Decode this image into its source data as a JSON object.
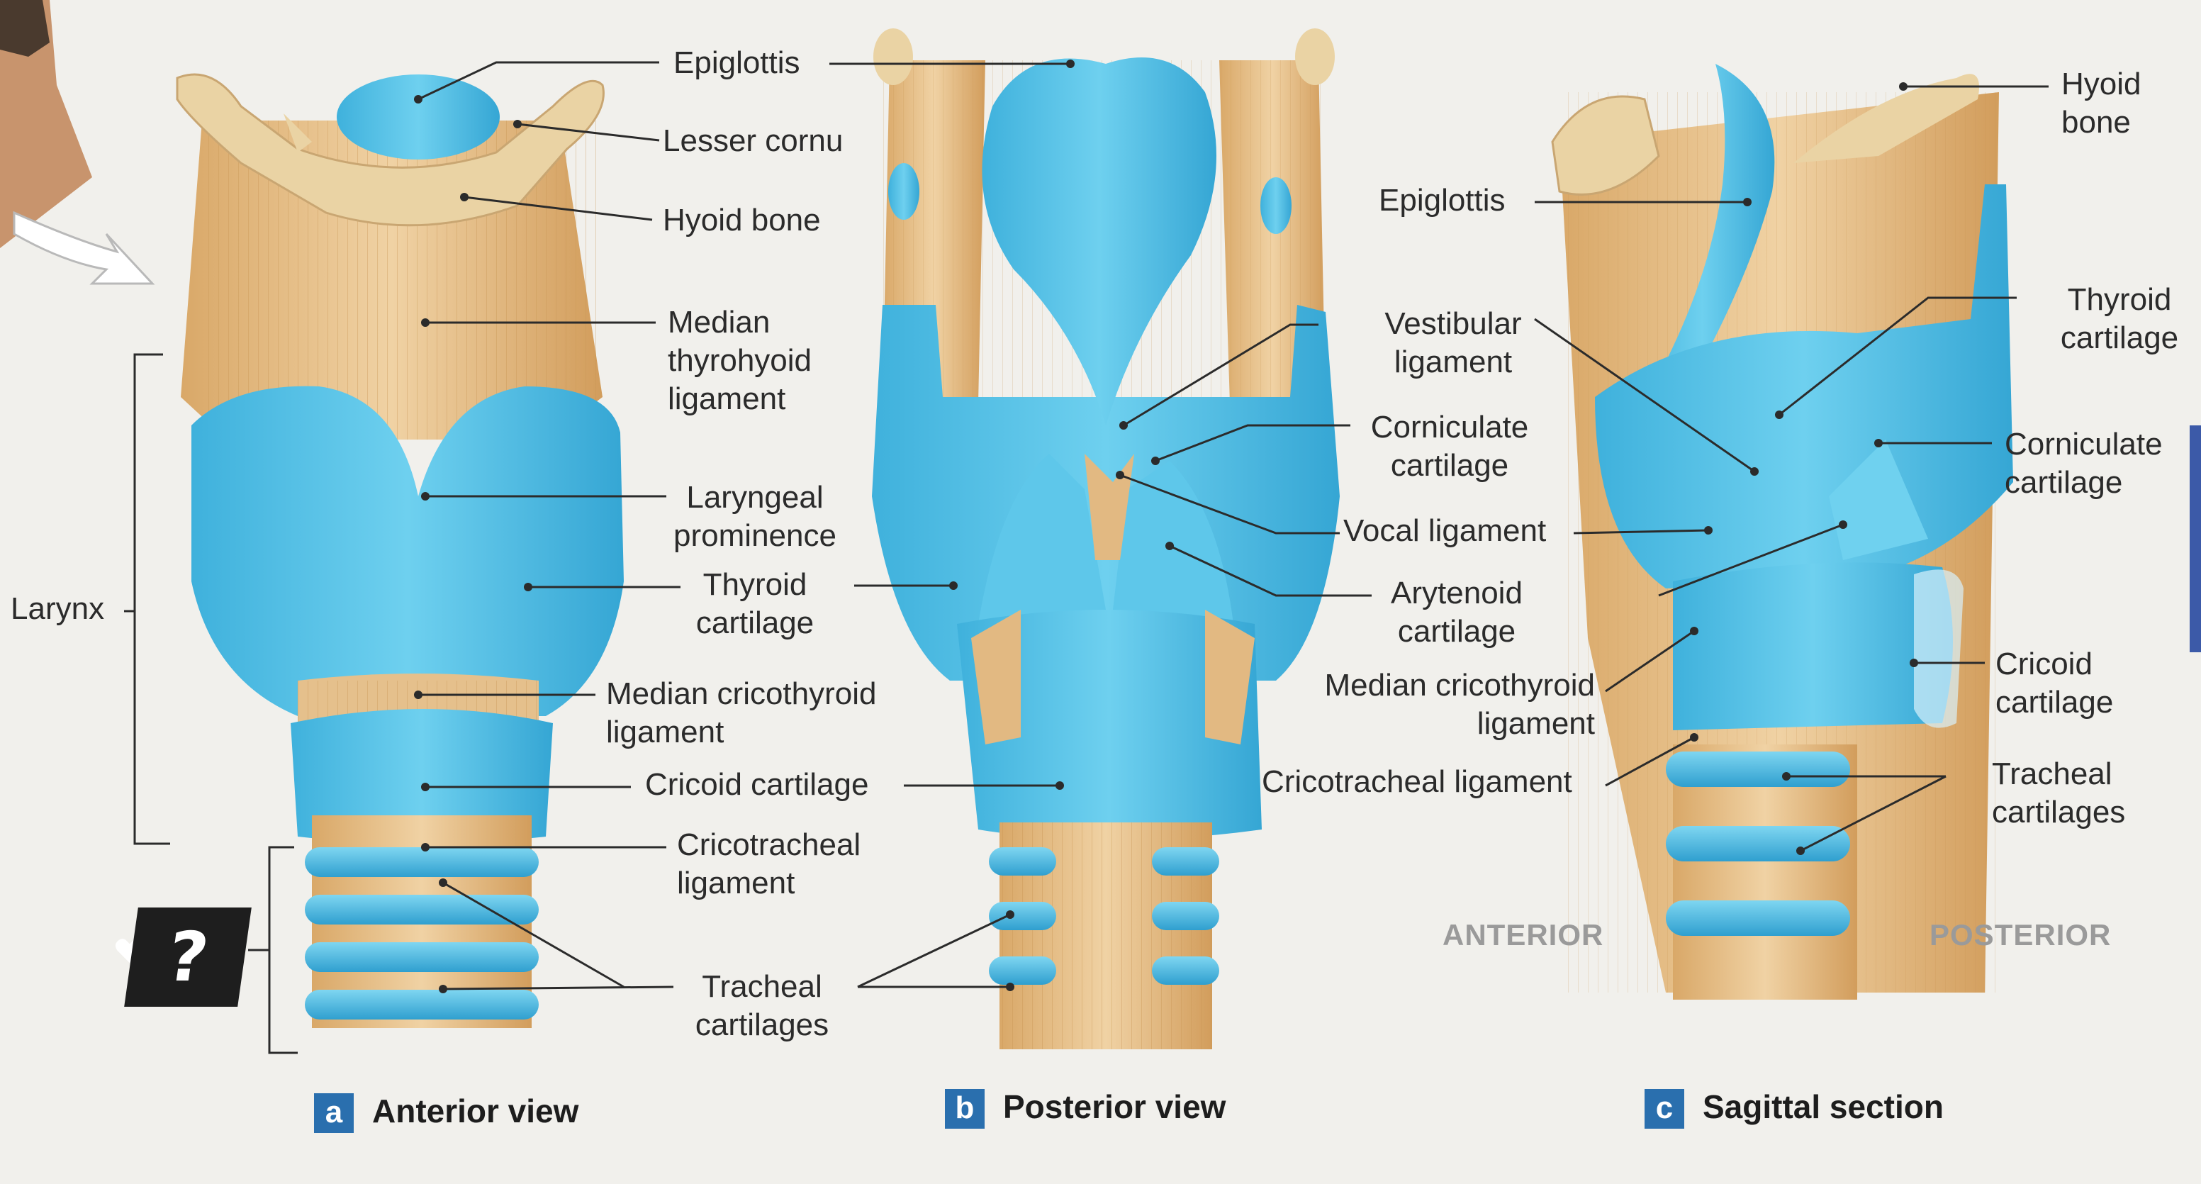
{
  "views": {
    "a": {
      "badge": "a",
      "title": "Anterior view"
    },
    "b": {
      "badge": "b",
      "title": "Posterior view"
    },
    "c": {
      "badge": "c",
      "title": "Sagittal section"
    }
  },
  "labels": {
    "a": {
      "epiglottis": "Epiglottis",
      "lesser_cornu": "Lesser cornu",
      "hyoid_bone": "Hyoid bone",
      "median_thyrohyoid": [
        "Median",
        "thyrohyoid",
        "ligament"
      ],
      "laryngeal_prominence": [
        "Laryngeal",
        "prominence"
      ],
      "thyroid_cartilage": [
        "Thyroid",
        "cartilage"
      ],
      "median_cricothyroid": [
        "Median cricothyroid",
        "ligament"
      ],
      "cricoid_cartilage": "Cricoid cartilage",
      "cricotracheal": [
        "Cricotracheal",
        "ligament"
      ],
      "tracheal_cartilages": [
        "Tracheal",
        "cartilages"
      ],
      "larynx": "Larynx"
    },
    "b": {
      "epiglottis": "Epiglottis",
      "vestibular": [
        "Vestibular",
        "ligament"
      ],
      "corniculate": [
        "Corniculate",
        "cartilage"
      ],
      "vocal_ligament": "Vocal ligament",
      "arytenoid": [
        "Arytenoid",
        "cartilage"
      ],
      "median_cricothyroid": [
        "Median cricothyroid",
        "ligament"
      ],
      "cricotracheal": "Cricotracheal ligament"
    },
    "c": {
      "hyoid_bone": [
        "Hyoid",
        "bone"
      ],
      "thyroid_cartilage": [
        "Thyroid",
        "cartilage"
      ],
      "corniculate": [
        "Corniculate",
        "cartilage"
      ],
      "cricoid_cartilage": [
        "Cricoid",
        "cartilage"
      ],
      "tracheal_cartilages": [
        "Tracheal",
        "cartilages"
      ]
    }
  },
  "orientation": {
    "anterior": "ANTERIOR",
    "posterior": "POSTERIOR"
  },
  "help_button": {
    "text": "?"
  },
  "colors": {
    "cartilage_blue": "#4fc0e4",
    "cartilage_blue_dark": "#2e9ccb",
    "ligament_tan": "#e2b982",
    "ligament_tan_dark": "#c79258",
    "bone_cream": "#e8d3a8",
    "leader_line": "#2b2b2b",
    "badge_blue": "#2a6fae"
  }
}
